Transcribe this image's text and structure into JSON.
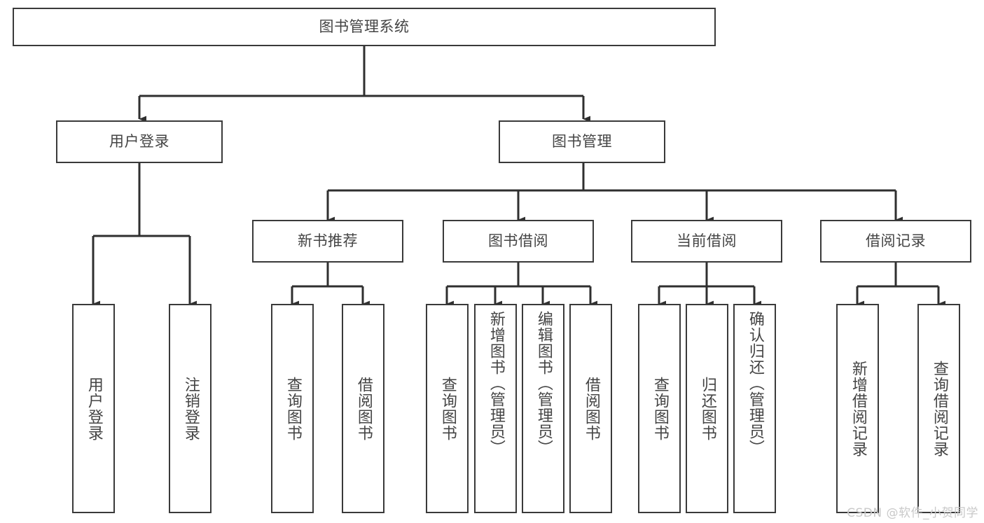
{
  "diagram": {
    "title": "图书管理系统",
    "type": "hierarchy-tree",
    "colors": {
      "box_stroke": "#3a3a3a",
      "box_fill": "#ffffff",
      "text": "#444444",
      "connector": "#2f2f2f",
      "watermark": "#c9c9c9"
    },
    "levels": {
      "root": {
        "label": "图书管理系统"
      },
      "level2": [
        {
          "label": "用户登录"
        },
        {
          "label": "图书管理"
        }
      ],
      "level3": [
        {
          "label": "新书推荐"
        },
        {
          "label": "图书借阅"
        },
        {
          "label": "当前借阅"
        },
        {
          "label": "借阅记录"
        }
      ],
      "leaves": {
        "user_login": [
          {
            "label": "用户登录"
          },
          {
            "label": "注销登录"
          }
        ],
        "new_book_recommend": [
          {
            "label": "查询图书"
          },
          {
            "label": "借阅图书"
          }
        ],
        "book_borrow": [
          {
            "label": "查询图书"
          },
          {
            "label": "新增图书（管理员）"
          },
          {
            "label": "编辑图书（管理员）"
          },
          {
            "label": "借阅图书"
          }
        ],
        "current_borrow": [
          {
            "label": "查询图书"
          },
          {
            "label": "归还图书"
          },
          {
            "label": "确认归还（管理员）"
          }
        ],
        "borrow_record": [
          {
            "label": "新增借阅记录"
          },
          {
            "label": "查询借阅记录"
          }
        ]
      }
    }
  },
  "watermark": {
    "text": "CSDN @软件_小贺同学"
  }
}
